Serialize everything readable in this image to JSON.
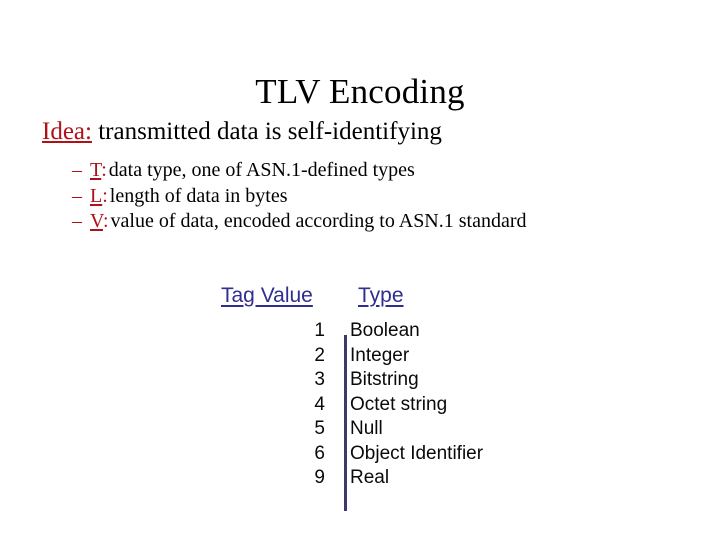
{
  "slide": {
    "title": "TLV Encoding",
    "lead": {
      "keyword": "Idea:",
      "rest": " transmitted data is self-identifying"
    },
    "bullets": [
      {
        "dash": "–",
        "tag_letter": "T",
        "tag_colon": ":",
        "text": " data type, one of ASN.1-defined types"
      },
      {
        "dash": "–",
        "tag_letter": "L",
        "tag_colon": ":",
        "text": " length of data in bytes"
      },
      {
        "dash": "–",
        "tag_letter": "V",
        "tag_colon": ":",
        "text": " value of data, encoded according to ASN.1 standard"
      }
    ],
    "table": {
      "headers": {
        "tag_value": "Tag Value",
        "type": "Type"
      },
      "rows": [
        {
          "tag": "1",
          "type": "Boolean"
        },
        {
          "tag": "2",
          "type": "Integer"
        },
        {
          "tag": "3",
          "type": "Bitstring"
        },
        {
          "tag": "4",
          "type": "Octet string"
        },
        {
          "tag": "5",
          "type": "Null"
        },
        {
          "tag": "6",
          "type": "Object Identifier"
        },
        {
          "tag": "9",
          "type": "Real"
        }
      ]
    }
  },
  "colors": {
    "background": "#FFFFFF",
    "title_text": "#000000",
    "accent_red": "#B01117",
    "header_navy": "#2E2E8F",
    "divider_navy": "#3B3B66",
    "body_text": "#000000"
  }
}
